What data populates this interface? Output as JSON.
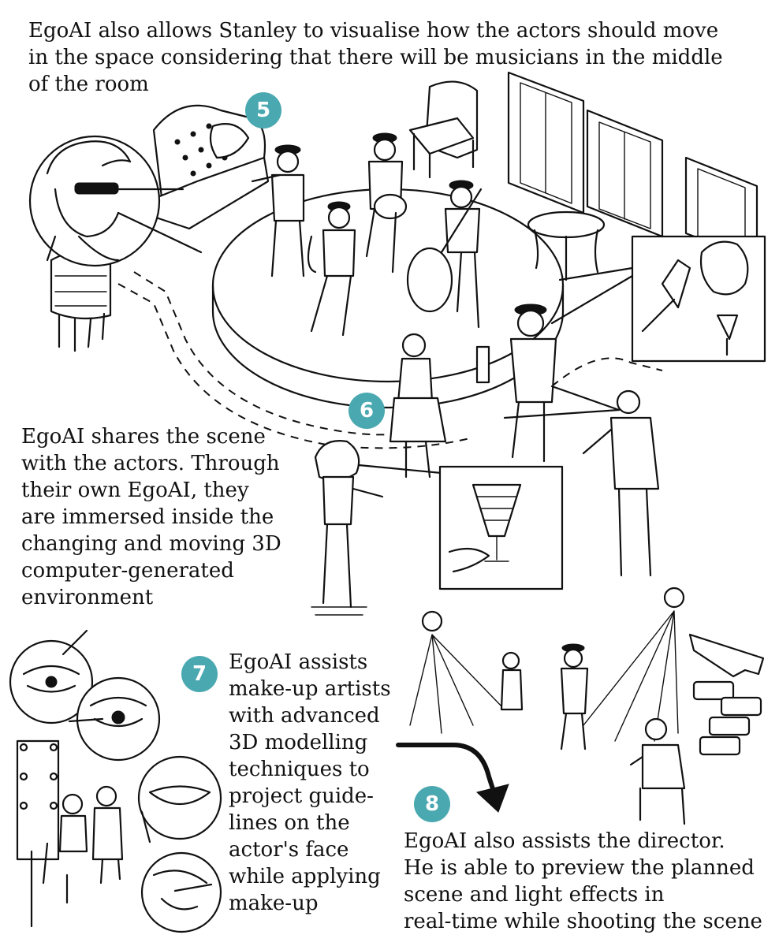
{
  "captions": {
    "intro": "EgoAI also allows Stanley to visualise how the actors should move\nin the space considering that there will be musicians in the middle\nof the room",
    "shares": "EgoAI shares the scene\nwith the actors. Through\ntheir own EgoAI, they\nare immersed inside the\nchanging and moving 3D\ncomputer-generated\nenvironment",
    "makeup": "EgoAI assists\nmake-up artists\nwith advanced\n3D modelling\ntechniques to\nproject guide-\nlines on the\nactor's face\nwhile applying\nmake-up",
    "director": "EgoAI also assists the director.\nHe is able to preview the planned\nscene and light effects in\nreal-time while shooting the scene"
  },
  "badges": [
    "5",
    "6",
    "7",
    "8"
  ],
  "colors": {
    "badge": "#4aa8b0",
    "ink": "#111111",
    "paper": "#ffffff"
  },
  "icons": [
    "lamp-icon",
    "glasses-icon",
    "play-icon",
    "arrow-icon",
    "lipstick-icon",
    "brush-icon"
  ]
}
